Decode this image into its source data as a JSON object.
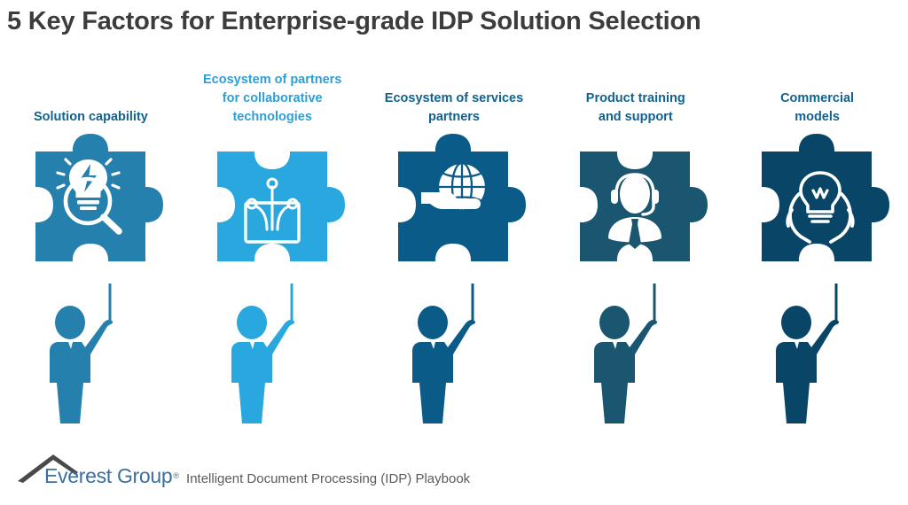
{
  "slide": {
    "title": "5 Key Factors for Enterprise-grade IDP Solution Selection",
    "title_color": "#3c3c3c",
    "background": "#ffffff"
  },
  "factors": [
    {
      "label": "Solution capability",
      "color": "#2580AE",
      "text_color": "#12628f",
      "icon": "lightbulb-magnifier-icon",
      "knob_top": "out",
      "knob_bottom": "out"
    },
    {
      "label": "Ecosystem of partners\nfor collaborative\ntechnologies",
      "color": "#29A8E0",
      "text_color": "#2e9fd6",
      "icon": "monitor-network-icon",
      "knob_top": "in",
      "knob_bottom": "out"
    },
    {
      "label": "Ecosystem of services\npartners",
      "color": "#0B5B89",
      "text_color": "#12628f",
      "icon": "hand-globe-icon",
      "knob_top": "out",
      "knob_bottom": "out"
    },
    {
      "label": "Product training\nand support",
      "color": "#1A5670",
      "text_color": "#12628f",
      "icon": "headset-agent-icon",
      "knob_top": "in",
      "knob_bottom": "out"
    },
    {
      "label": "Commercial\nmodels",
      "color": "#084567",
      "text_color": "#12628f",
      "icon": "hands-lightbulb-icon",
      "knob_top": "out",
      "knob_bottom": "out"
    }
  ],
  "footer": {
    "logo_name": "Everest Group",
    "logo_registered": "®",
    "caption": "Intelligent Document Processing (IDP) Playbook",
    "logo_color": "#3a6f9f",
    "caption_color": "#5b5b5b"
  }
}
